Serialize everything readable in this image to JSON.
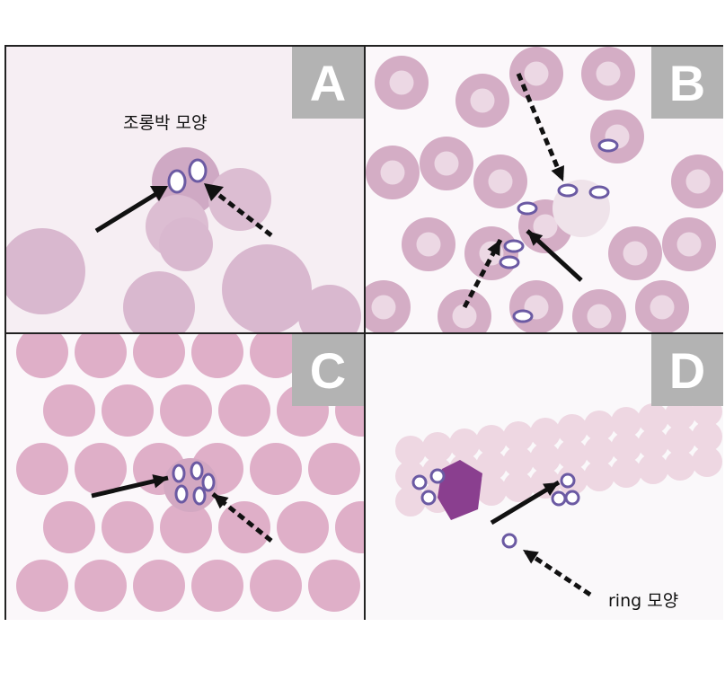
{
  "panels": [
    {
      "label": "A",
      "caption": "조롱박 모양"
    },
    {
      "label": "B"
    },
    {
      "label": "C"
    },
    {
      "label": "D",
      "caption": "ring 모양"
    }
  ],
  "colors": {
    "cell": "#d7b6cc",
    "cell_pale": "#ead6e2",
    "bg_a": "#f6eef3",
    "bg_b": "#fbf7fa",
    "parasite": "#6b5aa3",
    "arrow": "#111111",
    "label_bg": "#b3b3b3"
  }
}
